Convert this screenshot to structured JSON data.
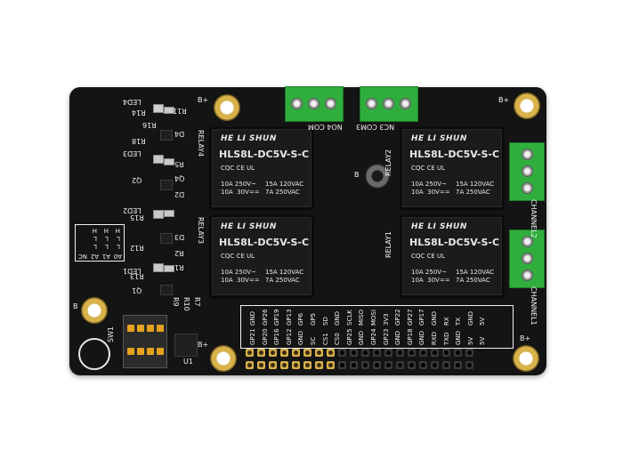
{
  "labels": {
    "b_plus": "B+",
    "b": "B",
    "relay1": "RELAY1",
    "relay2": "RELAY2",
    "relay3": "RELAY3",
    "relay4": "RELAY4",
    "channel1": "CHANNEL1",
    "channel2": "CHANNEL2",
    "com_top_left": "NO4 COM",
    "com_top_right": "NC3 COM3",
    "sw1": "SW1",
    "u1": "U1",
    "address_header": [
      "A0",
      "A1",
      "A2",
      "NC"
    ],
    "address_rows": [
      [
        "L",
        "L",
        "L"
      ],
      [
        "L",
        "L",
        "L"
      ],
      [
        "H",
        "H",
        "H"
      ]
    ],
    "leds": [
      "LED4",
      "LED3",
      "LED2",
      "LED1"
    ],
    "parts_left": [
      "R14",
      "R11",
      "R18",
      "R16",
      "R5",
      "D4",
      "Q4",
      "Q2",
      "R15",
      "D2",
      "D3",
      "R12",
      "R13",
      "R1",
      "R2",
      "Q1",
      "R9",
      "R10",
      "R7"
    ]
  },
  "relays": [
    {
      "brand": "HE LI SHUN",
      "model": "HLS8L-DC5V-S-C",
      "cert": "CQC   CE   UL",
      "spec_left": "10A 250V~\n10A  30V==",
      "spec_right": "15A 120VAC\n7A 250VAC"
    },
    {
      "brand": "HE LI SHUN",
      "model": "HLS8L-DC5V-S-C",
      "cert": "CQC   CE   UL",
      "spec_left": "10A 250V~\n10A  30V==",
      "spec_right": "15A 120VAC\n7A 250VAC"
    },
    {
      "brand": "HE LI SHUN",
      "model": "HLS8L-DC5V-S-C",
      "cert": "CQC   CE   UL",
      "spec_left": "10A 250V~\n10A  30V==",
      "spec_right": "15A 120VAC\n7A 250VAC"
    },
    {
      "brand": "HE LI SHUN",
      "model": "HLS8L-DC5V-S-C",
      "cert": "CQC   CE   UL",
      "spec_left": "10A 250V~\n10A  30V==",
      "spec_right": "15A 120VAC\n7A 250VAC"
    }
  ],
  "gpio_top": [
    "GND",
    "GP26",
    "GP19",
    "GP13",
    "GP6",
    "GP5",
    "SD",
    "GND",
    "SCLK",
    "MISO",
    "MOSI",
    "3V3",
    "GP22",
    "GP27",
    "GP17",
    "GND",
    "RX",
    "TX",
    "GND",
    "5V"
  ],
  "gpio_bottom": [
    "GP21",
    "GP20",
    "GP16",
    "GP12",
    "GND",
    "SC",
    "CS1",
    "CS0",
    "GP25",
    "GND",
    "GP24",
    "GP23",
    "GND",
    "GP18",
    "GND",
    "RXD",
    "TXD",
    "GND",
    "5V",
    "5V"
  ]
}
